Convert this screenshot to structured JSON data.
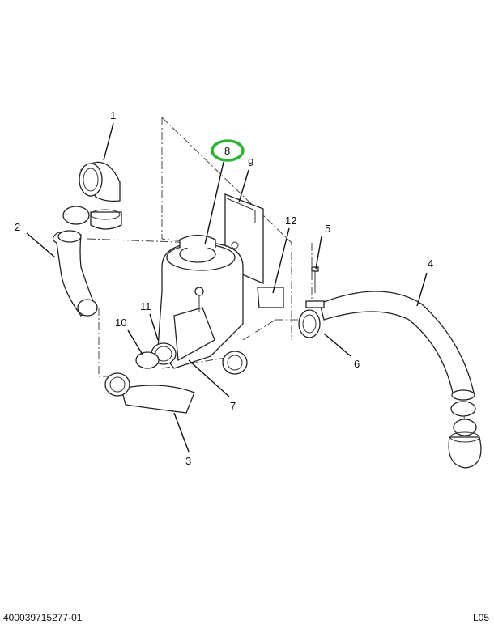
{
  "diagram": {
    "callouts": [
      "1",
      "2",
      "3",
      "4",
      "5",
      "6",
      "7",
      "8",
      "9",
      "10",
      "11",
      "12"
    ],
    "highlighted_callout": "8",
    "highlight_color": "#2db334"
  },
  "footer": {
    "part_number": "400039715277-01",
    "sheet_code": "L05"
  }
}
